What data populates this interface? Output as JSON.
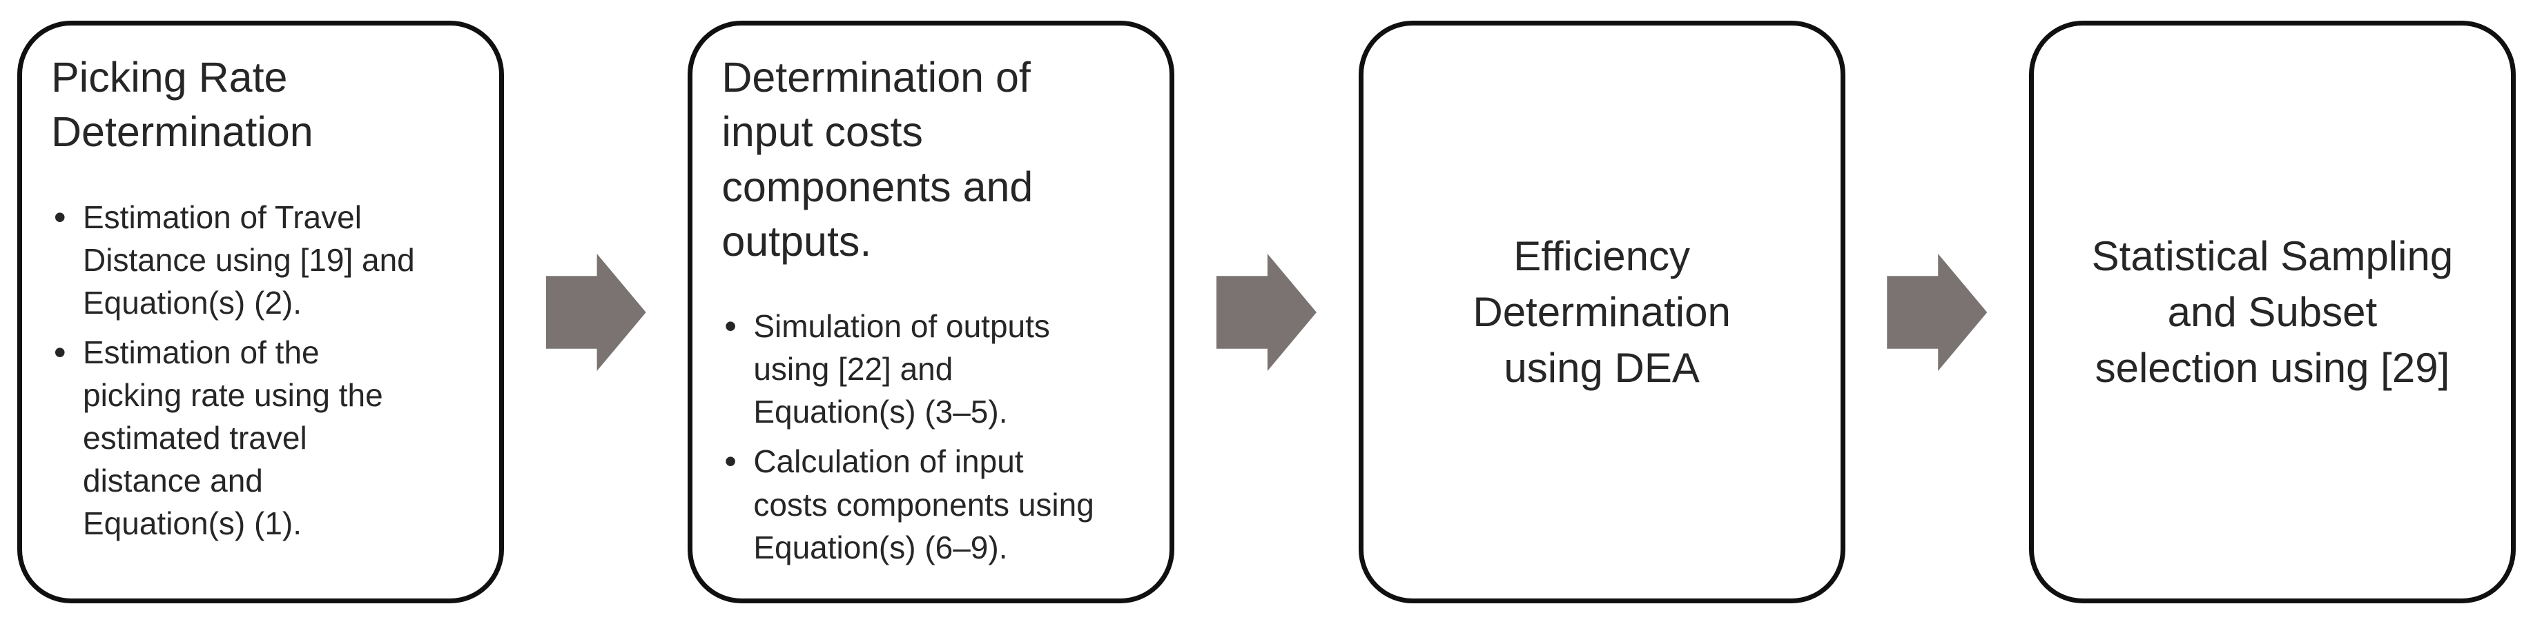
{
  "diagram": {
    "type": "process-flow",
    "direction": "left-to-right",
    "colors": {
      "box_fill": "#ffffff",
      "box_border": "#101010",
      "text": "#262626",
      "arrow": "#7a7372"
    },
    "arrow_icon": "right-block-arrow-icon",
    "steps": [
      {
        "title": "Picking Rate\nDetermination",
        "bullets": [
          "Estimation of Travel\nDistance using [19] and\nEquation(s) (2).",
          "Estimation of the\npicking rate using the\nestimated travel\ndistance and\nEquation(s) (1)."
        ]
      },
      {
        "title": "Determination of\ninput costs\ncomponents and\noutputs.",
        "bullets": [
          "Simulation of outputs\nusing [22] and\nEquation(s) (3–5).",
          "Calculation of input\ncosts components using\nEquation(s) (6–9)."
        ]
      },
      {
        "title": "Efficiency\nDetermination\nusing DEA",
        "bullets": []
      },
      {
        "title": "Statistical Sampling\nand Subset\nselection using [29]",
        "bullets": []
      }
    ]
  }
}
